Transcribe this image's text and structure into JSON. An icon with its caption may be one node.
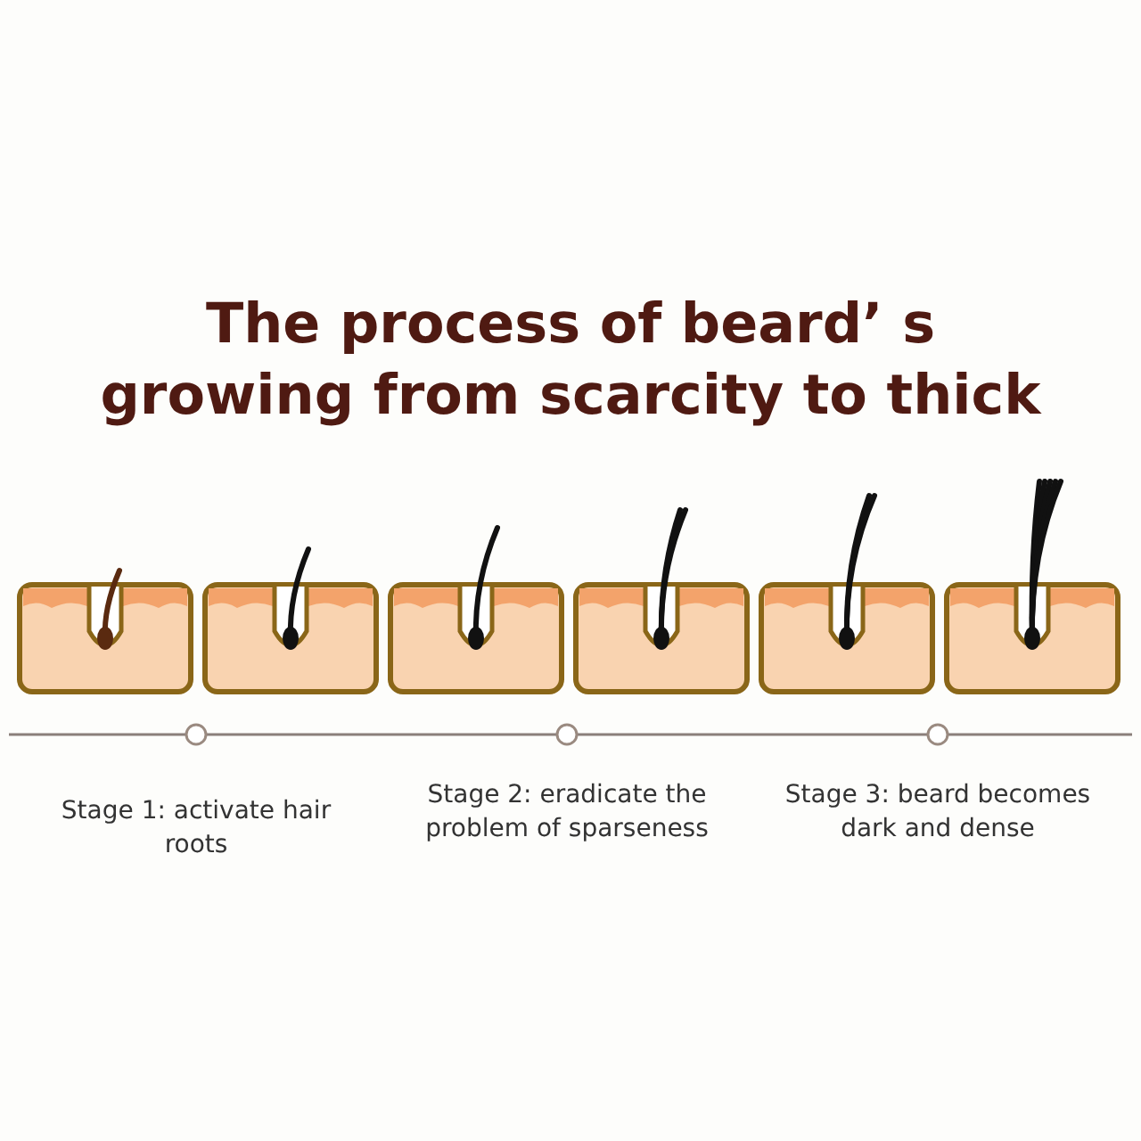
{
  "diagram": {
    "title": "The process of beard’ s growing from scarcity to thick",
    "labels": [
      "Stage 1: activate hair roots",
      "Stage 2: eradicate the problem of sparseness",
      "Stage 3: beard becomes dark and dense"
    ]
  }
}
